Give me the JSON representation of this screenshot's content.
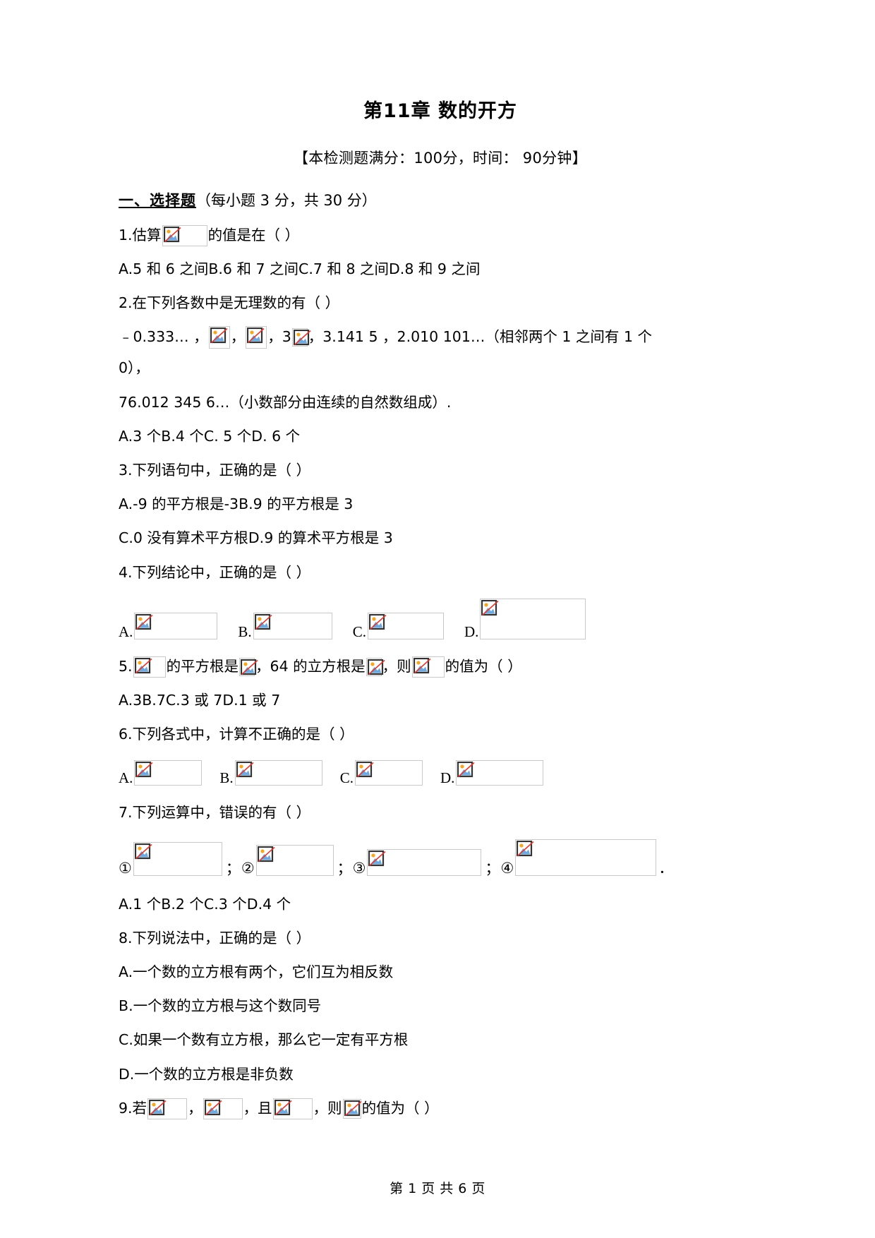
{
  "document": {
    "title": "第11章 数的开方",
    "subtitle": "【本检测题满分：100分，时间： 90分钟】",
    "footer": "第 1 页 共 6 页"
  },
  "section": {
    "label": "一、选择题",
    "note": "（每小题 3 分，共 30 分）"
  },
  "questions": [
    {
      "id": "q1",
      "stem_pre": "1.估算",
      "stem_post": "的值是在（   ）",
      "options_line": "A.5 和 6 之间        B.6 和 7 之间      C.7 和 8 之间      D.8 和 9 之间",
      "opts": [
        {
          "label": "A.5 和 6 之间"
        },
        {
          "label": "B.6 和 7 之间"
        },
        {
          "label": "C.7 和 8 之间"
        },
        {
          "label": "D.8 和 9 之间"
        }
      ]
    },
    {
      "id": "q2",
      "stem": "2.在下列各数中是无理数的有（   ）",
      "list_a": "﹣0.333… ，",
      "list_b": "，",
      "list_c": "，3",
      "list_d": "，3.141 5 ，2.010 101…（相邻两个 1 之间有 1 个",
      "list_e": "0），",
      "list_f": "76.012 345 6…（小数部分由连续的自然数组成）.",
      "opts": [
        {
          "label": "A.3 个"
        },
        {
          "label": "B.4 个"
        },
        {
          "label": "C. 5 个"
        },
        {
          "label": "D. 6 个"
        }
      ]
    },
    {
      "id": "q3",
      "stem": "3.下列语句中，正确的是（   ）",
      "opt_a": "A.-9 的平方根是-3",
      "opt_b": "B.9 的平方根是 3",
      "opt_c": "C.0 没有算术平方根",
      "opt_d": "D.9 的算术平方根是 3"
    },
    {
      "id": "q4",
      "stem": "4.下列结论中，正确的是（   ）",
      "labels": [
        "A.",
        "B.",
        "C.",
        "D."
      ]
    },
    {
      "id": "q5",
      "seg1": "5.",
      "seg2": "的平方根是",
      "seg3": "，64 的立方根是",
      "seg4": "，则",
      "seg5": "的值为（   ）",
      "opts": [
        {
          "label": "A.3"
        },
        {
          "label": "B.7"
        },
        {
          "label": "C.3 或 7"
        },
        {
          "label": "D.1 或 7"
        }
      ]
    },
    {
      "id": "q6",
      "stem": "6.下列各式中，计算不正确的是（   ）",
      "labels": [
        "A.",
        "B.",
        "C.",
        "D."
      ]
    },
    {
      "id": "q7",
      "stem": "7.下列运算中，错误的有（   ）",
      "labels": [
        "①",
        "②",
        "③",
        "④"
      ],
      "separators": [
        "；",
        "；",
        "；",
        "．"
      ],
      "opts": [
        {
          "label": "A.1 个"
        },
        {
          "label": "B.2 个"
        },
        {
          "label": "C.3 个"
        },
        {
          "label": "D.4 个"
        }
      ]
    },
    {
      "id": "q8",
      "stem": "8.下列说法中，正确的是（   ）",
      "opt_a": "A.一个数的立方根有两个，它们互为相反数",
      "opt_b": "B.一个数的立方根与这个数同号",
      "opt_c": "C.如果一个数有立方根，那么它一定有平方根",
      "opt_d": "D.一个数的立方根是非负数"
    },
    {
      "id": "q9",
      "seg1": "9.若",
      "seg2": "，",
      "seg3": "，且",
      "seg4": "，则",
      "seg5": "的值为（   ）"
    }
  ],
  "placeholder": {
    "name": "broken-image-icon",
    "frame_color": "#333333",
    "sun_color": "#F5A623",
    "mountain_color": "#6FA8DC",
    "slash_color": "#E03C31",
    "box_border": "#c9c9c9"
  }
}
